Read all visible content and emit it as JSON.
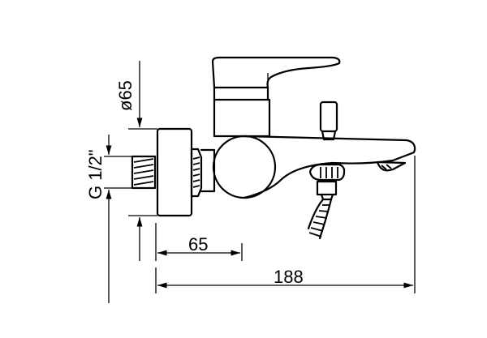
{
  "dimensions": {
    "total_length": "188",
    "wall_to_body": "65",
    "diameter": "ø65",
    "thread": "G 1/2\""
  }
}
